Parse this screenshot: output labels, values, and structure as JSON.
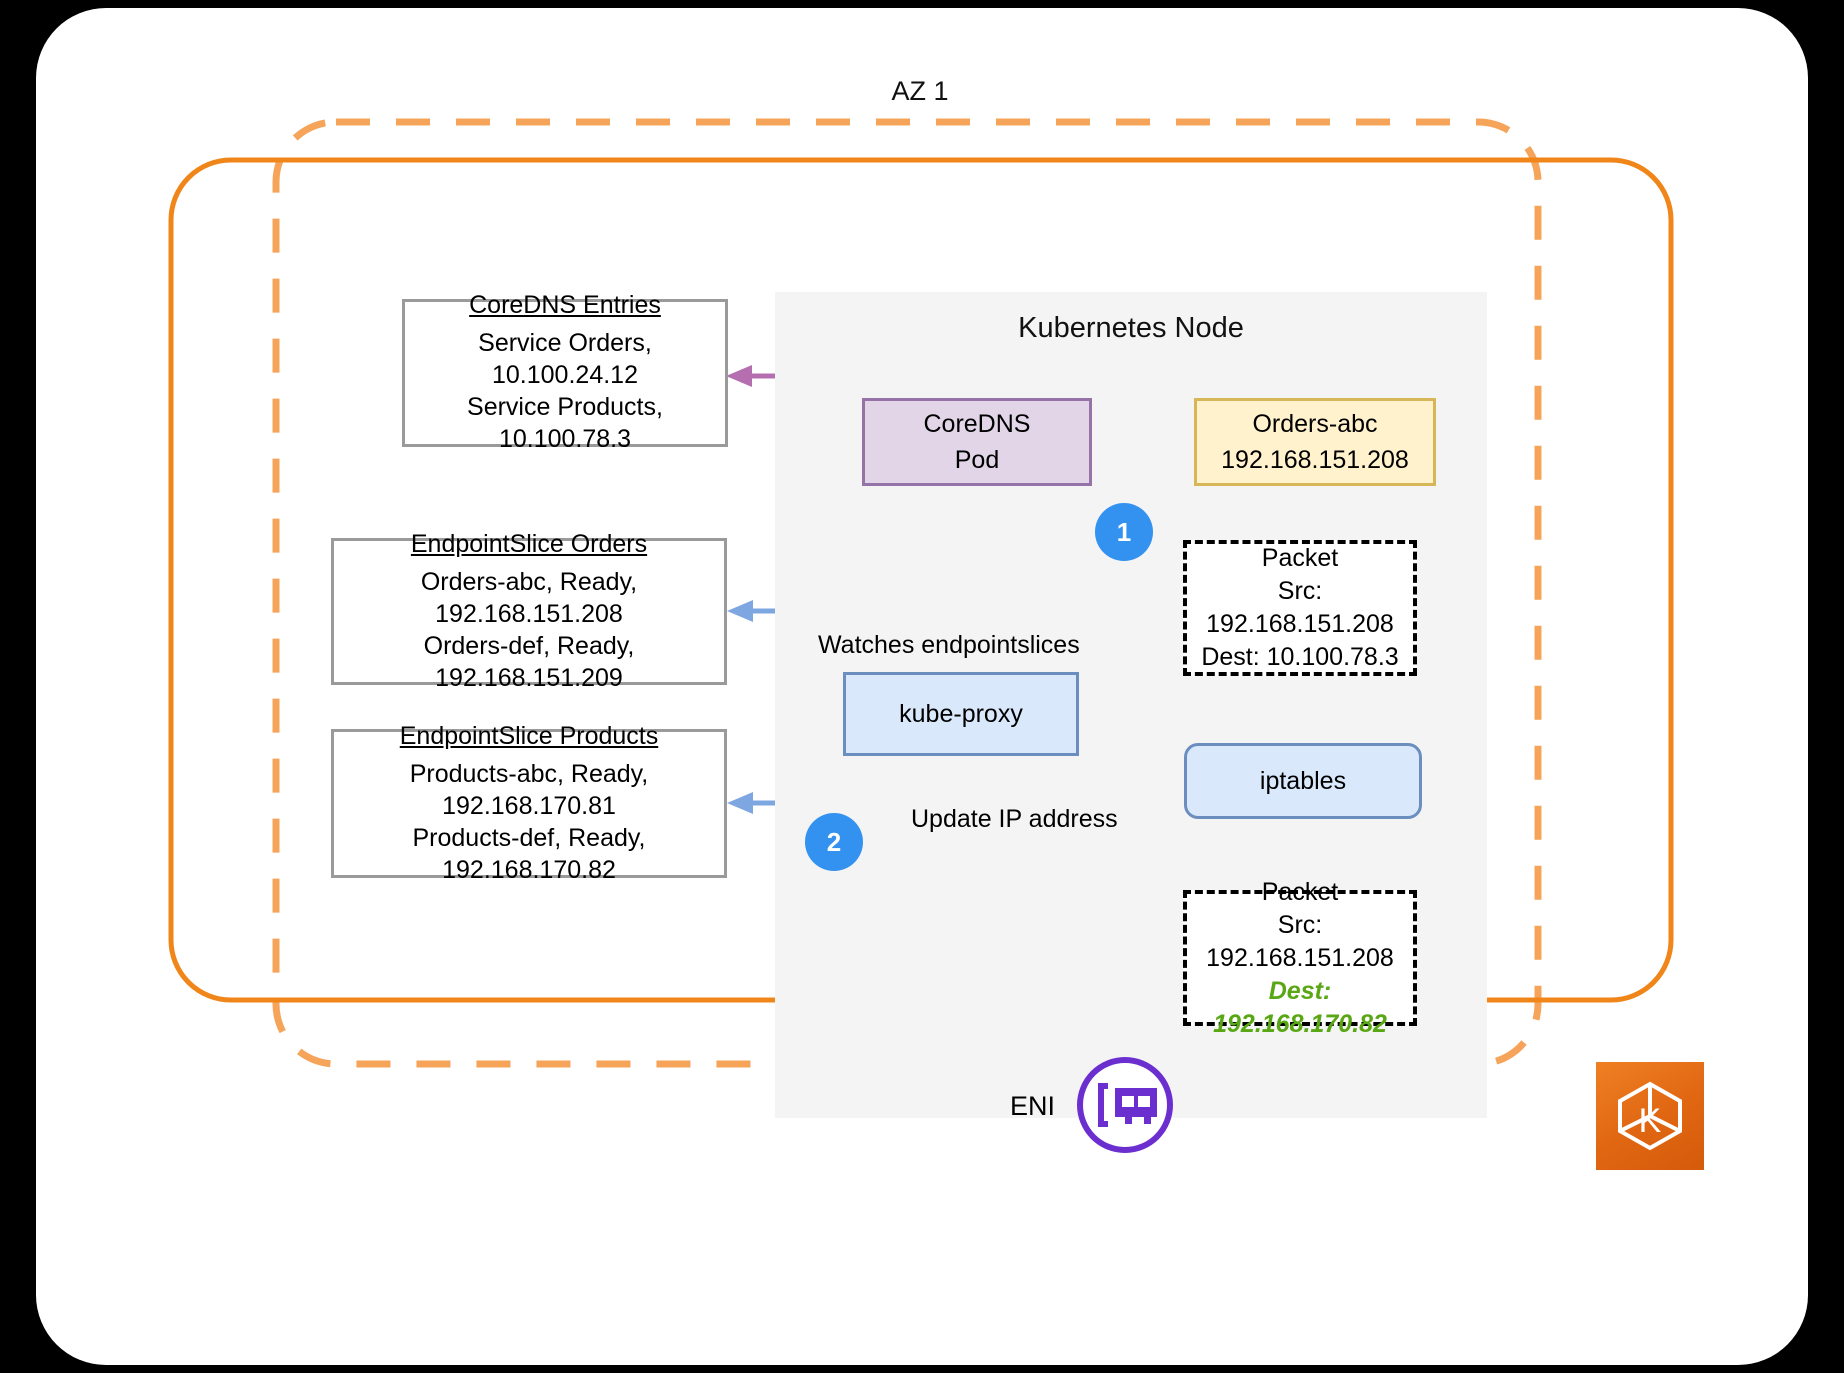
{
  "diagram": {
    "az_title": "AZ 1",
    "node_title": "Kubernetes Node"
  },
  "boxes": {
    "coredns_entries": {
      "header": "CoreDNS Entries",
      "line1": "Service Orders, 10.100.24.12",
      "line2": "Service Products, 10.100.78.3"
    },
    "endpointslice_orders": {
      "header": "EndpointSlice Orders",
      "line1": "Orders-abc, Ready, 192.168.151.208",
      "line2": "Orders-def, Ready, 192.168.151.209"
    },
    "endpointslice_products": {
      "header": "EndpointSlice Products",
      "line1": "Products-abc, Ready, 192.168.170.81",
      "line2": "Products-def, Ready, 192.168.170.82"
    },
    "coredns_pod": {
      "line1": "CoreDNS",
      "line2": "Pod"
    },
    "orders_pod": {
      "line1": "Orders-abc",
      "line2": "192.168.151.208"
    },
    "kube_proxy": {
      "label": "kube-proxy"
    },
    "iptables": {
      "label": "iptables"
    },
    "packet_before": {
      "title": "Packet",
      "src": "Src: 192.168.151.208",
      "dest": "Dest: 10.100.78.3"
    },
    "packet_after": {
      "title": "Packet",
      "src": "Src: 192.168.151.208",
      "dest": "Dest: 192.168.170.82"
    }
  },
  "labels": {
    "watches": "Watches endpointslices",
    "update": "Update IP address",
    "eni": "ENI"
  },
  "badges": {
    "one": "1",
    "two": "2"
  },
  "colors": {
    "orange_solid": "#f08519",
    "orange_dashed": "#f5a45a",
    "purple_edge": "#b56fb0",
    "blue_edge": "#7ea6e0",
    "olive_edge": "#8a8a1a",
    "green_text": "#5aa715",
    "badge_blue": "#3392f0",
    "eni_purple": "#6b2fd0",
    "eks_orange": "#e06612"
  }
}
